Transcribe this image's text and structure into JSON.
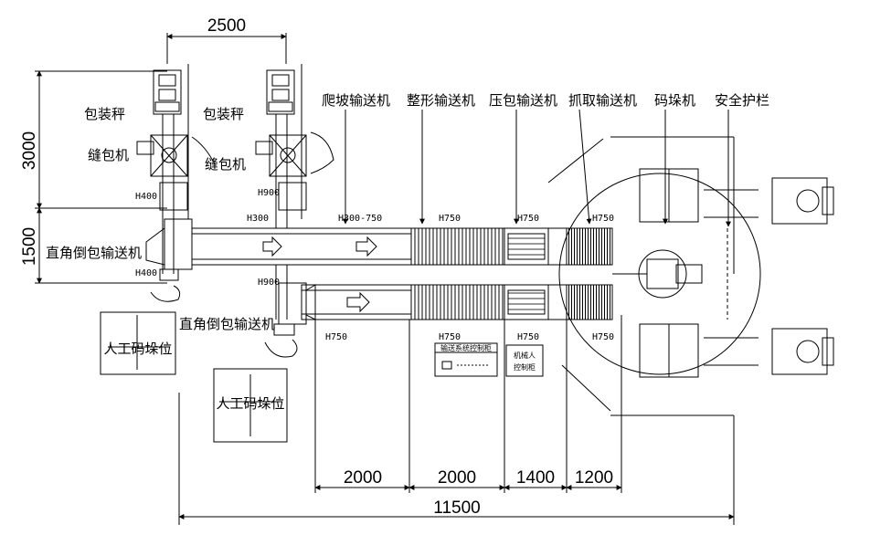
{
  "dimensions": {
    "top_width": "2500",
    "left_upper": "3000",
    "left_lower": "1500",
    "seg_1": "2000",
    "seg_2": "2000",
    "seg_3": "1400",
    "seg_4": "1200",
    "total": "11500"
  },
  "labels": {
    "bag_scale_left": "包装秤",
    "bag_scale_right": "包装秤",
    "sewing_left": "缝包机",
    "sewing_right": "缝包机",
    "climb_conveyor": "爬坡输送机",
    "shaping_conveyor": "整形输送机",
    "press_conveyor": "压包输送机",
    "grab_conveyor": "抓取输送机",
    "palletizer": "码垛机",
    "safety_fence": "安全护栏",
    "turn_conveyor_1": "直角倒包输送机",
    "turn_conveyor_2": "直角倒包输送机",
    "manual_station_1": "人工码垛位",
    "manual_station_2": "人工码垛位",
    "control_cabinet": "输送系统控制柜",
    "robot_cabinet_line1": "机械人",
    "robot_cabinet_line2": "控制柜"
  },
  "heights": {
    "h400_a": "H400",
    "h400_b": "H400",
    "h900_a": "H900",
    "h900_b": "H900",
    "h300": "H300",
    "h300_750": "H300-750",
    "h750_a": "H750",
    "h750_b": "H750",
    "h750_c": "H750",
    "h750_d": "H750",
    "h750_e": "H750",
    "h750_f": "H750",
    "h750_g": "H750"
  },
  "colors": {
    "line": "#000000",
    "background": "#ffffff"
  }
}
